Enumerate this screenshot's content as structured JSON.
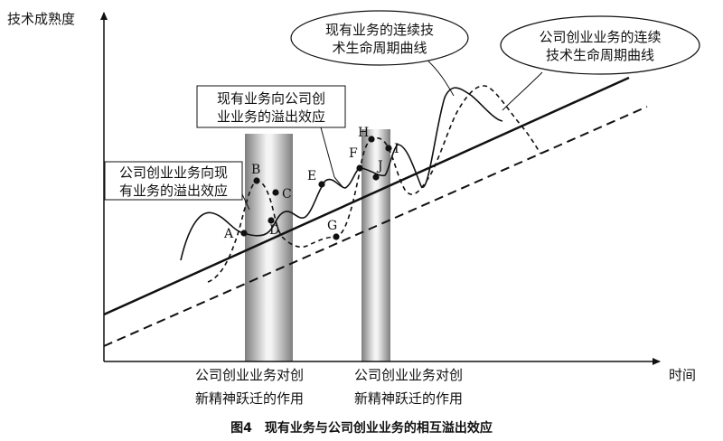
{
  "axes": {
    "y_label": "技术成熟度",
    "x_label": "时间"
  },
  "shaded_bands": [
    {
      "caption_line1": "公司创业业务对创",
      "caption_line2": "新精神跃迁的作用"
    },
    {
      "caption_line1": "公司创业业务对创",
      "caption_line2": "新精神跃迁的作用"
    }
  ],
  "points": [
    "A",
    "B",
    "C",
    "D",
    "E",
    "F",
    "G",
    "H",
    "I",
    "J"
  ],
  "callouts": {
    "existing_curve": {
      "line1": "现有业务的连续技",
      "line2": "术生命周期曲线"
    },
    "venture_curve": {
      "line1": "公司创业业务的连续",
      "line2": "技术生命周期曲线"
    },
    "spill_existing_to_venture": {
      "line1": "现有业务向公司创",
      "line2": "业业务的溢出效应"
    },
    "spill_venture_to_existing": {
      "line1": "公司创业业务向现",
      "line2": "有业务的溢出效应"
    }
  },
  "figure_caption": "图4　现有业务与公司创业业务的相互溢出效应",
  "legend_style": {
    "existing_line": "solid",
    "venture_line": "dashed"
  },
  "colors": {
    "ink": "#111111",
    "band_dark": "#8a8a8a",
    "band_light": "#f2f2f2"
  }
}
